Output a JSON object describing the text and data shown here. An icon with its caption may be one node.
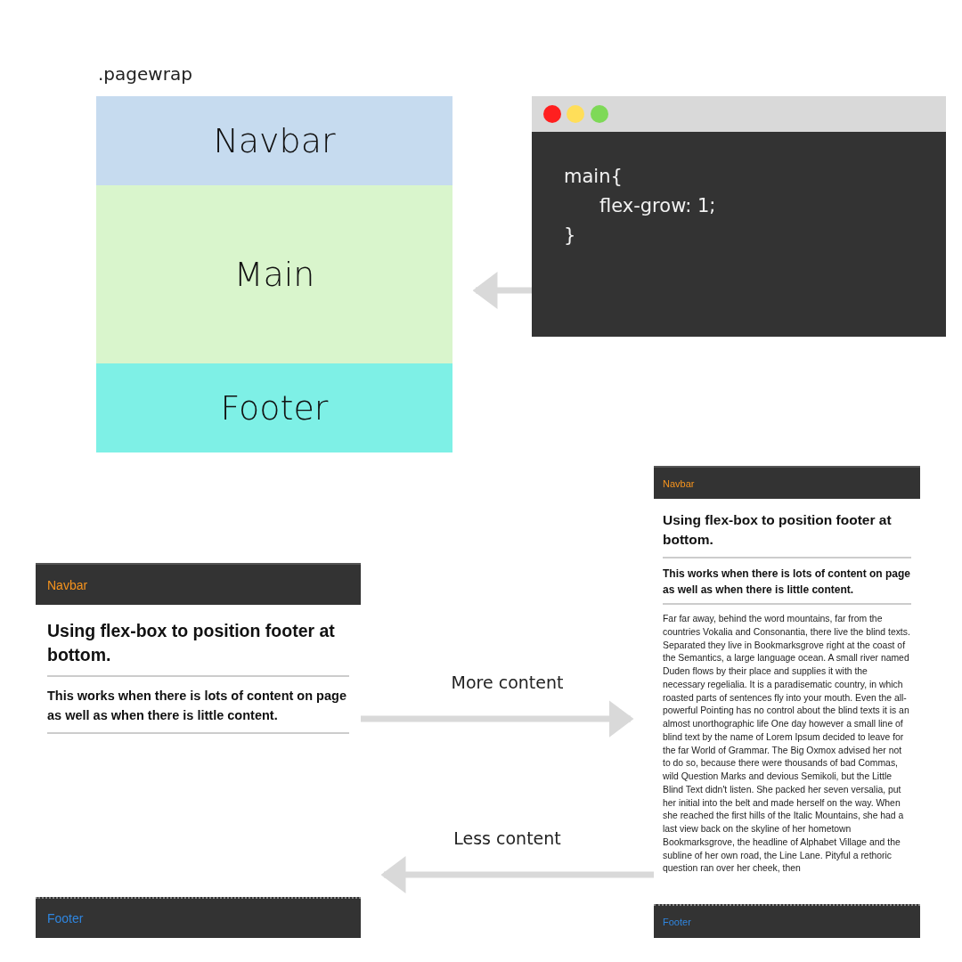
{
  "diagram": {
    "nodes": [
      {
        "text": [
          ".pagewrap"
        ]
      },
      {
        "text": [
          "Navbar"
        ],
        "in": 0
      },
      {
        "text": [
          "Main"
        ],
        "in": 0
      },
      {
        "text": [
          "Footer"
        ],
        "in": 0
      },
      {
        "text": [
          "main{",
          "flex-grow: 1;",
          "}"
        ]
      },
      {
        "text": [
          "Using flex-box to position footer at bottom.",
          "This works when there is lots of content on page as well as when there is little content."
        ]
      },
      {
        "text": [
          "Navbar"
        ],
        "in": 5
      },
      {
        "text": [
          "Footer"
        ],
        "in": 5
      },
      {
        "text": [
          "Using flex-box to position footer at bottom.",
          "This works when there is lots of content on page as well as when there is little content.",
          "Far far away, behind the word mountains, far from the countries Vokalia and Consonantia, there live the blind texts. Separated they live in Bookmarksgrove right at the coast of the Semantics, a large language ocean. A small river named Duden flows by their place and supplies it with the necessary regelialia. It is a paradisematic country, in which roasted parts of sentences fly into your mouth. Even the all-powerful Pointing has no control about the blind texts it is an almost unorthographic life One day however a small line of blind text by the name of Lorem Ipsum decided to leave for the far World of Grammar. The Big Oxmox advised her not to do so, because there were thousands of bad Commas, wild Question Marks and devious Semikoli, but the Little Blind Text didn't listen. She packed her seven versalia, put her initial into the belt and made herself on the way. When she reached the first hills of the Italic Mountains, she had a last view back on the skyline of her hometown Bookmarksgrove, the headline of Alphabet Village and the subline of her own road, the Line Lane. Pityful a rethoric question ran over her cheek, then"
        ]
      },
      {
        "text": [
          "Navbar"
        ],
        "in": 8
      },
      {
        "text": [
          "Footer"
        ],
        "in": 8
      }
    ],
    "edges": [
      {
        "from": 4,
        "to": 2,
        "arrow": "to"
      },
      {
        "from": 5,
        "to": 8,
        "arrow": "to",
        "label": "More content"
      },
      {
        "from": 8,
        "to": 5,
        "arrow": "to",
        "label": "Less content"
      }
    ]
  }
}
